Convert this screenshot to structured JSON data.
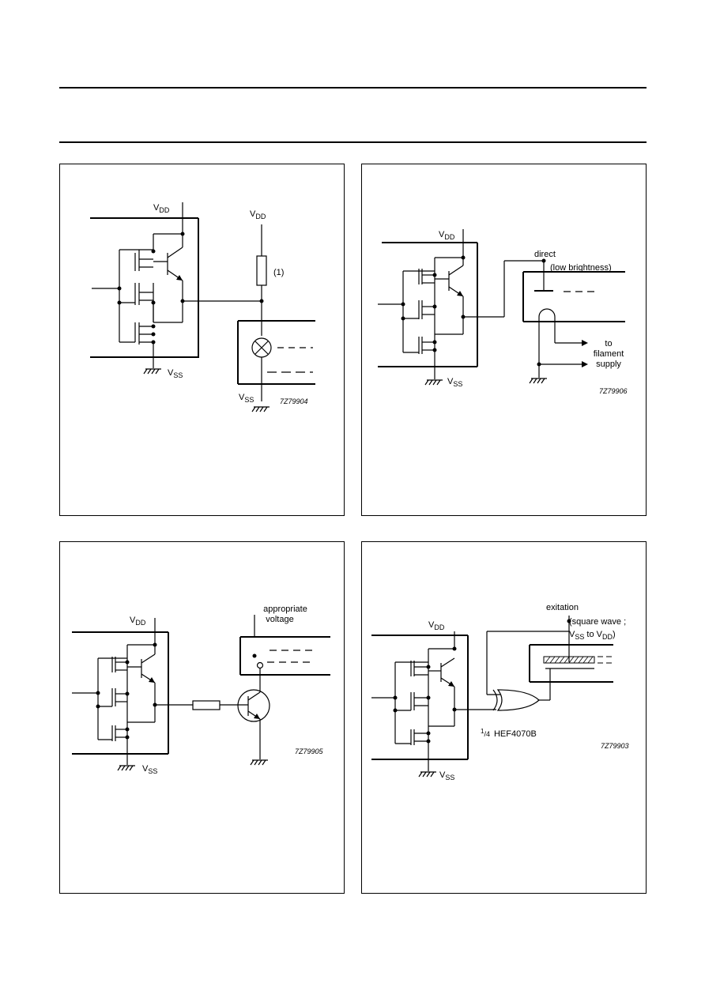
{
  "figures": [
    {
      "vdd_main": "V",
      "vdd_main_sub": "DD",
      "vdd_load": "V",
      "vdd_load_sub": "DD",
      "resistor_note": "(1)",
      "vss_main": "V",
      "vss_main_sub": "SS",
      "vss_load": "V",
      "vss_load_sub": "SS",
      "code": "7Z79904"
    },
    {
      "vdd": "V",
      "vdd_sub": "DD",
      "direct": "direct",
      "low_brightness": "(low brightness)",
      "to_filament": [
        "to",
        "filament",
        "supply"
      ],
      "vss": "V",
      "vss_sub": "SS",
      "code": "7Z79906"
    },
    {
      "vdd": "V",
      "vdd_sub": "DD",
      "appropriate_voltage": [
        "appropriate",
        "voltage"
      ],
      "vss": "V",
      "vss_sub": "SS",
      "code": "7Z79905"
    },
    {
      "vdd": "V",
      "vdd_sub": "DD",
      "exitation": "exitation",
      "square_wave_1": "(square wave ;",
      "square_wave_2_a": "V",
      "square_wave_2_sub1": "SS",
      "square_wave_2_b": " to V",
      "square_wave_2_sub2": "DD",
      "square_wave_2_c": ")",
      "gate_fraction_num": "1",
      "gate_fraction_den": "4",
      "gate_label": "HEF4070B",
      "vss": "V",
      "vss_sub": "SS",
      "code": "7Z79903"
    }
  ],
  "icons": [
    "ground-icon",
    "lamp-icon",
    "transistor-icon",
    "xor-gate-icon",
    "resistor-icon",
    "vacuum-fluorescent-display-icon"
  ]
}
